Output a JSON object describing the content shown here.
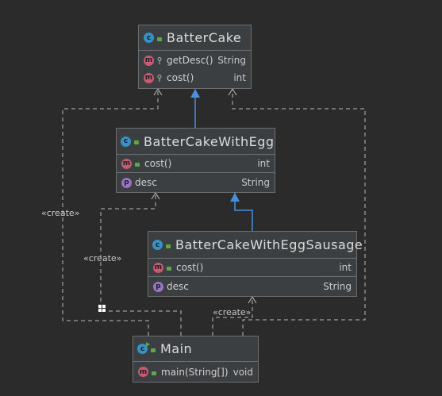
{
  "classes": {
    "battercake": {
      "name": "BatterCake",
      "icon": "class-icon",
      "members": [
        {
          "kind": "m",
          "name": "getDesc()",
          "type": "String",
          "visibility": "package-private"
        },
        {
          "kind": "m",
          "name": "cost()",
          "type": "int",
          "visibility": "package-private"
        }
      ]
    },
    "egg": {
      "name": "BatterCakeWithEgg",
      "icon": "class-icon",
      "methods": [
        {
          "kind": "m",
          "name": "cost()",
          "type": "int",
          "visibility": "public"
        }
      ],
      "fields": [
        {
          "kind": "p",
          "name": "desc",
          "type": "String"
        }
      ]
    },
    "sausage": {
      "name": "BatterCakeWithEggSausage",
      "icon": "class-icon",
      "methods": [
        {
          "kind": "m",
          "name": "cost()",
          "type": "int",
          "visibility": "public"
        }
      ],
      "fields": [
        {
          "kind": "p",
          "name": "desc",
          "type": "String"
        }
      ]
    },
    "main": {
      "name": "Main",
      "icon": "runnable-class-icon",
      "methods": [
        {
          "kind": "m",
          "name": "main(String[])",
          "type": "void",
          "visibility": "public"
        }
      ]
    }
  },
  "edge_labels": {
    "create_left": "«create»",
    "create_middle": "«create»",
    "create_bottom": "«create»"
  },
  "colors": {
    "background": "#2b2b2b",
    "box": "#3c3f41",
    "inheritance": "#4a8fe0",
    "dependency": "#b8b8b8",
    "class_badge": "#3592c4",
    "method_badge": "#c45a73",
    "property_badge": "#9876c4",
    "public_visibility": "#5fa84a"
  }
}
